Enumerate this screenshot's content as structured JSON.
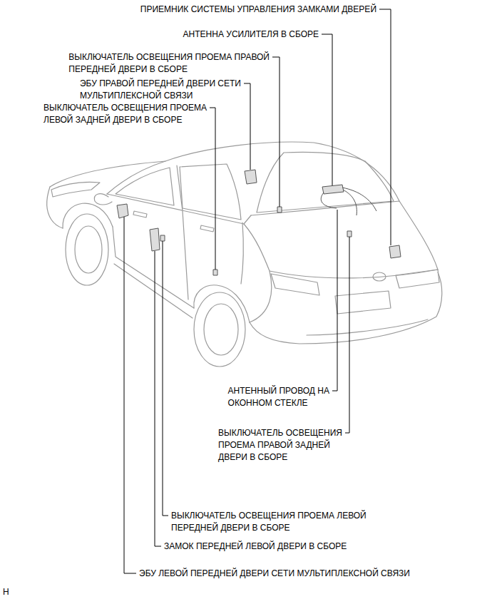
{
  "diagram": {
    "labels": [
      "ПРИЕМНИК СИСТЕМЫ УПРАВЛЕНИЯ ЗАМКАМИ ДВЕРЕЙ",
      "АНТЕННА УСИЛИТЕЛЯ В СБОРЕ",
      "ВЫКЛЮЧАТЕЛЬ ОСВЕЩЕНИЯ ПРОЕМА ПРАВОЙ ПЕРЕДНЕЙ ДВЕРИ В СБОРЕ",
      "ЭБУ ПРАВОЙ ПЕРЕДНЕЙ ДВЕРИ СЕТИ МУЛЬТИПЛЕКСНОЙ СВЯЗИ",
      "ВЫКЛЮЧАТЕЛЬ ОСВЕЩЕНИЯ ПРОЕМА ЛЕВОЙ ЗАДНЕЙ ДВЕРИ В СБОРЕ",
      "АНТЕННЫЙ ПРОВОД НА ОКОННОМ СТЕКЛЕ",
      "ВЫКЛЮЧАТЕЛЬ ОСВЕЩЕНИЯ ПРОЕМА ПРАВОЙ ЗАДНЕЙ ДВЕРИ В СБОРЕ",
      "ВЫКЛЮЧАТЕЛЬ ОСВЕЩЕНИЯ ПРОЕМА ЛЕВОЙ ПЕРЕДНЕЙ ДВЕРИ В СБОРЕ",
      "ЗАМОК ПЕРЕДНЕЙ ЛЕВОЙ ДВЕРИ В СБОРЕ",
      "ЭБУ ЛЕВОЙ ПЕРЕДНЕЙ ДВЕРИ СЕТИ МУЛЬТИПЛЕКСНОЙ СВЯЗИ",
      "H"
    ]
  }
}
